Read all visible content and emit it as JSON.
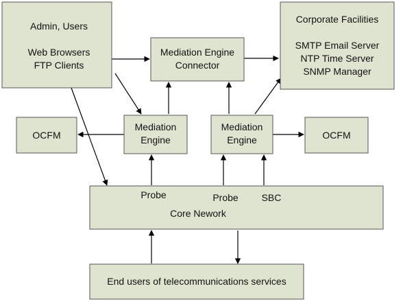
{
  "nodes": {
    "admin": {
      "lines": [
        "Admin, Users",
        "",
        "Web Browsers",
        "FTP Clients"
      ]
    },
    "mec": {
      "lines": [
        "Mediation Engine",
        "Connector"
      ]
    },
    "corporate": {
      "lines": [
        "Corporate Facilities",
        "",
        "SMTP Email Server",
        "NTP Time Server",
        "SNMP Manager"
      ]
    },
    "ocfm_left": {
      "lines": [
        "OCFM"
      ]
    },
    "me_left": {
      "lines": [
        "Mediation",
        "Engine"
      ]
    },
    "me_right": {
      "lines": [
        "Mediation",
        "Engine"
      ]
    },
    "ocfm_right": {
      "lines": [
        "OCFM"
      ]
    },
    "core": {
      "label": "Core Nework",
      "probe1": "Probe",
      "probe2": "Probe",
      "sbc": "SBC"
    },
    "endusers": {
      "lines": [
        "End users of telecommunications services"
      ]
    }
  },
  "edges": [
    {
      "from": "admin",
      "to": "mec"
    },
    {
      "from": "mec",
      "to": "corporate"
    },
    {
      "from": "admin",
      "to": "me_left"
    },
    {
      "from": "admin",
      "to": "core"
    },
    {
      "from": "me_left",
      "to": "mec"
    },
    {
      "from": "me_right",
      "to": "mec"
    },
    {
      "from": "me_right",
      "to": "corporate"
    },
    {
      "from": "me_left",
      "to": "ocfm_left"
    },
    {
      "from": "me_right",
      "to": "ocfm_right"
    },
    {
      "from": "core",
      "to": "me_left"
    },
    {
      "from": "core",
      "to": "me_right"
    },
    {
      "from": "core",
      "to": "me_right"
    },
    {
      "from": "endusers",
      "to": "core"
    },
    {
      "from": "core",
      "to": "endusers"
    }
  ]
}
